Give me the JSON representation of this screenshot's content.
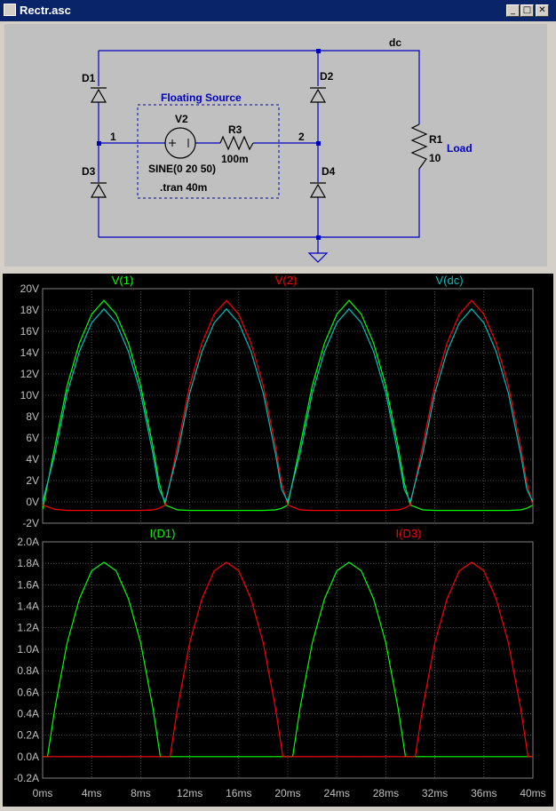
{
  "window": {
    "title": "Rectr.asc",
    "minimize": "_",
    "maximize": "□",
    "close": "✕"
  },
  "schematic": {
    "net_dc": "dc",
    "net_1": "1",
    "net_2": "2",
    "D1": "D1",
    "D2": "D2",
    "D3": "D3",
    "D4": "D4",
    "V2": "V2",
    "R3": "R3",
    "R3_value": "100m",
    "R1": "R1",
    "R1_value": "10",
    "floating_label": "Floating Source",
    "load_label": "Load",
    "source_spec": "SINE(0 20 50)",
    "tran": ".tran 40m",
    "wire_color": "#0000c0",
    "label_color": "#0000c0"
  },
  "chart_data": [
    {
      "type": "line",
      "x_unit": "ms",
      "xlim": [
        0,
        40
      ],
      "ylim": [
        -2,
        20
      ],
      "yticks": [
        "-2V",
        "0V",
        "2V",
        "4V",
        "6V",
        "8V",
        "10V",
        "12V",
        "14V",
        "16V",
        "18V",
        "20V"
      ],
      "series": [
        {
          "name": "V(1)",
          "color": "#00ff00",
          "x": [
            0,
            1,
            2,
            3,
            4,
            5,
            6,
            7,
            8,
            9,
            9.5,
            10,
            11,
            12,
            13,
            14,
            15,
            16,
            17,
            18,
            19,
            19.5,
            20,
            21,
            22,
            23,
            24,
            25,
            26,
            27,
            28,
            29,
            29.5,
            30,
            31,
            32,
            33,
            34,
            35,
            36,
            37,
            38,
            39,
            39.5,
            40
          ],
          "y": [
            -0.7,
            5.2,
            10.9,
            14.9,
            17.6,
            18.9,
            17.6,
            14.9,
            10.9,
            5.2,
            1.8,
            -0.3,
            -0.75,
            -0.8,
            -0.8,
            -0.8,
            -0.8,
            -0.8,
            -0.8,
            -0.8,
            -0.75,
            -0.6,
            -0.3,
            5.2,
            10.9,
            14.9,
            17.6,
            18.9,
            17.6,
            14.9,
            10.9,
            5.2,
            1.8,
            -0.3,
            -0.75,
            -0.8,
            -0.8,
            -0.8,
            -0.8,
            -0.8,
            -0.8,
            -0.8,
            -0.75,
            -0.6,
            -0.3
          ]
        },
        {
          "name": "V(2)",
          "color": "#ff0000",
          "x": [
            0,
            1,
            2,
            3,
            4,
            5,
            6,
            7,
            8,
            9,
            9.5,
            10,
            11,
            12,
            13,
            14,
            15,
            16,
            17,
            18,
            19,
            19.5,
            20,
            21,
            22,
            23,
            24,
            25,
            26,
            27,
            28,
            29,
            29.5,
            30,
            31,
            32,
            33,
            34,
            35,
            36,
            37,
            38,
            39,
            39.5,
            40
          ],
          "y": [
            -0.3,
            -0.7,
            -0.8,
            -0.8,
            -0.8,
            -0.8,
            -0.8,
            -0.8,
            -0.8,
            -0.75,
            -0.6,
            -0.3,
            5.2,
            10.9,
            14.9,
            17.6,
            18.9,
            17.6,
            14.9,
            10.9,
            5.2,
            1.8,
            -0.3,
            -0.75,
            -0.8,
            -0.8,
            -0.8,
            -0.8,
            -0.8,
            -0.8,
            -0.8,
            -0.75,
            -0.6,
            -0.3,
            5.2,
            10.9,
            14.9,
            17.6,
            18.9,
            17.6,
            14.9,
            10.9,
            5.2,
            1.8,
            -0.3
          ]
        },
        {
          "name": "V(dc)",
          "color": "#00c0c0",
          "x": [
            0,
            1,
            2,
            3,
            4,
            5,
            6,
            7,
            8,
            9,
            9.5,
            10,
            11,
            12,
            13,
            14,
            15,
            16,
            17,
            18,
            19,
            19.5,
            20,
            21,
            22,
            23,
            24,
            25,
            26,
            27,
            28,
            29,
            29.5,
            30,
            31,
            32,
            33,
            34,
            35,
            36,
            37,
            38,
            39,
            39.5,
            40
          ],
          "y": [
            0,
            4.5,
            10.2,
            14.1,
            16.8,
            18.1,
            16.8,
            14.1,
            10.2,
            4.5,
            1.2,
            0,
            4.5,
            10.2,
            14.1,
            16.8,
            18.1,
            16.8,
            14.1,
            10.2,
            4.5,
            1.2,
            0,
            4.5,
            10.2,
            14.1,
            16.8,
            18.1,
            16.8,
            14.1,
            10.2,
            4.5,
            1.2,
            0,
            4.5,
            10.2,
            14.1,
            16.8,
            18.1,
            16.8,
            14.1,
            10.2,
            4.5,
            1.2,
            0
          ]
        }
      ]
    },
    {
      "type": "line",
      "x_unit": "ms",
      "xlim": [
        0,
        40
      ],
      "ylim": [
        -0.2,
        2.0
      ],
      "yticks": [
        "-0.2A",
        "0.0A",
        "0.2A",
        "0.4A",
        "0.6A",
        "0.8A",
        "1.0A",
        "1.2A",
        "1.4A",
        "1.6A",
        "1.8A",
        "2.0A"
      ],
      "xticks": [
        "0ms",
        "4ms",
        "8ms",
        "12ms",
        "16ms",
        "20ms",
        "24ms",
        "28ms",
        "32ms",
        "36ms",
        "40ms"
      ],
      "series": [
        {
          "name": "I(D1)",
          "color": "#00ff00",
          "x": [
            0,
            0.4,
            1,
            2,
            3,
            4,
            5,
            6,
            7,
            8,
            9,
            9.6,
            10,
            20,
            20.4,
            21,
            22,
            23,
            24,
            25,
            26,
            27,
            28,
            29,
            29.6,
            30,
            40
          ],
          "y": [
            0,
            0,
            0.45,
            1.06,
            1.47,
            1.73,
            1.81,
            1.73,
            1.47,
            1.06,
            0.45,
            0,
            0,
            0,
            0,
            0.45,
            1.06,
            1.47,
            1.73,
            1.81,
            1.73,
            1.47,
            1.06,
            0.45,
            0,
            0,
            0
          ]
        },
        {
          "name": "I(D3)",
          "color": "#ff0000",
          "x": [
            0,
            10,
            10.4,
            11,
            12,
            13,
            14,
            15,
            16,
            17,
            18,
            19,
            19.6,
            20,
            30,
            30.4,
            31,
            32,
            33,
            34,
            35,
            36,
            37,
            38,
            39,
            39.6,
            40
          ],
          "y": [
            0,
            0,
            0,
            0.45,
            1.06,
            1.47,
            1.73,
            1.81,
            1.73,
            1.47,
            1.06,
            0.45,
            0,
            0,
            0,
            0,
            0.45,
            1.06,
            1.47,
            1.73,
            1.81,
            1.73,
            1.47,
            1.06,
            0.45,
            0,
            0
          ]
        }
      ]
    }
  ]
}
